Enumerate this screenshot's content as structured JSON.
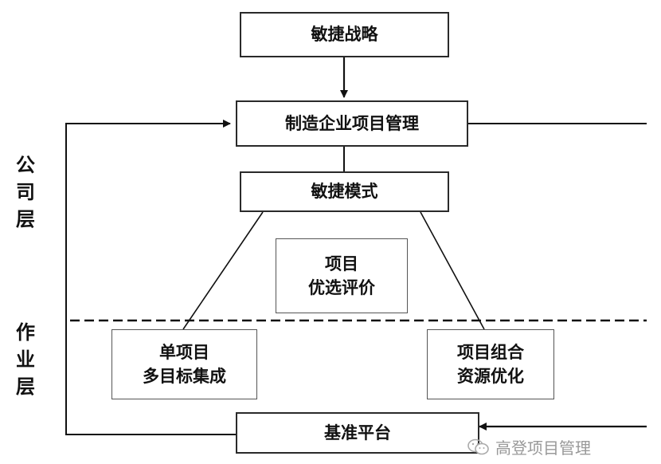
{
  "boxes": {
    "agile_strategy": "敏捷战略",
    "enterprise_pm": "制造企业项目管理",
    "agile_mode": "敏捷模式",
    "project_selection": [
      "项目",
      "优选评价"
    ],
    "single_project": [
      "单项目",
      "多目标集成"
    ],
    "portfolio": [
      "项目组合",
      "资源优化"
    ],
    "baseline_platform": "基准平台"
  },
  "layers": {
    "company": [
      "公",
      "司",
      "层"
    ],
    "operation": [
      "作",
      "业",
      "层"
    ]
  },
  "watermark": "高登项目管理"
}
